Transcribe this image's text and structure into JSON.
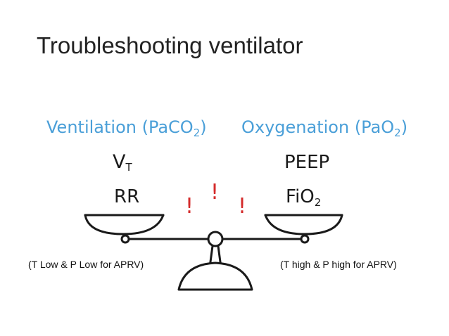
{
  "slide": {
    "title": "Troubleshooting ventilator"
  },
  "diagram": {
    "left": {
      "heading": "Ventilation (PaCO",
      "heading_sub": "2",
      "heading_close": ")",
      "param1_main": "V",
      "param1_sub": "T",
      "param2": "RR"
    },
    "right": {
      "heading": "Oxygenation (PaO",
      "heading_sub": "2",
      "heading_close": ")",
      "param1": "PEEP",
      "param2_main": "FiO",
      "param2_sub": "2"
    },
    "exclamations": [
      "!",
      "!",
      "!"
    ],
    "notes": {
      "left": "(T Low & P Low for APRV)",
      "right": "(T high & P high for APRV)"
    }
  },
  "colors": {
    "heading_blue": "#4a9fd8",
    "exclamation_red": "#d42b2b",
    "ink": "#1a1a1a"
  }
}
